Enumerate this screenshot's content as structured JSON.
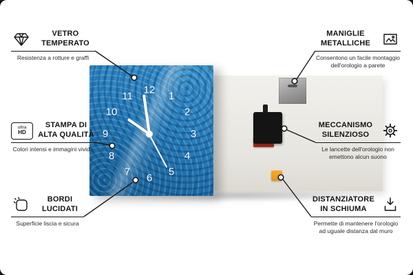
{
  "clock": {
    "numbers": [
      "12",
      "1",
      "2",
      "3",
      "4",
      "5",
      "6",
      "7",
      "8",
      "9",
      "10",
      "11"
    ],
    "face_color": "#2a7fc1",
    "hands_color": "#ffffff"
  },
  "back_view": {
    "panel_color": "#e9e7e1",
    "battery_color": "#c8342a",
    "foam_color": "#f0a024"
  },
  "callouts": {
    "vetro": {
      "icon": "diamond-icon",
      "title": "VETRO TEMPERATO",
      "subtitle": "Resistenza a rotture e graffi"
    },
    "stampa": {
      "icon": "ultra-hd-icon",
      "icon_text_top": "ultra",
      "icon_text_bottom": "HD",
      "title": "STAMPA DI ALTA QUALITÀ",
      "subtitle": "Colori intensi e immagini vivide"
    },
    "bordi": {
      "icon": "polished-edge-icon",
      "title": "BORDI LUCIDATI",
      "subtitle": "Superficie liscia e sicura"
    },
    "maniglie": {
      "icon": "picture-frame-icon",
      "title": "MANIGLIE METALLICHE",
      "subtitle": "Consentono un facile montaggio dell'orologio a parete"
    },
    "meccanismo": {
      "icon": "gear-icon",
      "title": "MECCANISMO SILENZIOSO",
      "subtitle": "Le lancette dell'orologio non emettono alcun suono"
    },
    "distanziatore": {
      "icon": "foam-spacer-icon",
      "title": "DISTANZIATORE IN SCHIUMA",
      "subtitle": "Permette di mantenere l'orologio ad uguale distanza dal muro"
    }
  }
}
